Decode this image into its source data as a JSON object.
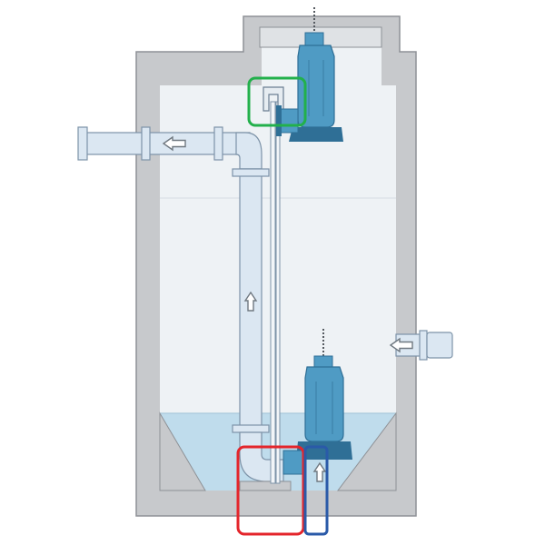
{
  "diagram": {
    "colors": {
      "background": "#ffffff",
      "concrete": "#c7c9cc",
      "concrete_stroke": "#8e9196",
      "chamber": "#eef2f5",
      "water": "#bfdcec",
      "water_line": "#a9c9db",
      "pipe": "#dbe7f2",
      "pipe_stroke": "#7d93a8",
      "pump": "#4f9bc4",
      "pump_dark": "#2f6f96",
      "chain": "#555a60",
      "highlight_green": "#22b04b",
      "highlight_red": "#e4252b",
      "highlight_blue": "#2a5aa8"
    },
    "icons": {
      "flow_arrow": "hollow-arrow-icon",
      "pump": "submersible-pump-icon",
      "chain": "lifting-chain-icon"
    },
    "annotations": [
      {
        "name": "guide-rail-top-bracket",
        "color": "green"
      },
      {
        "name": "discharge-connection",
        "color": "red"
      },
      {
        "name": "guide-rail-bottom",
        "color": "blue"
      }
    ]
  }
}
